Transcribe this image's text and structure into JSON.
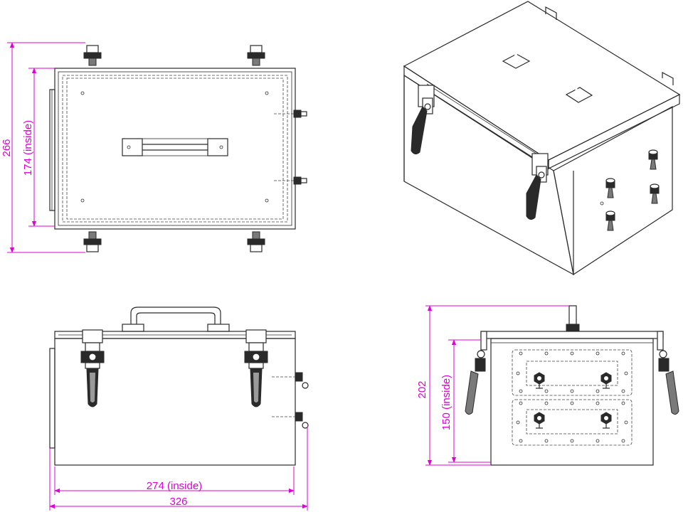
{
  "dimensions": {
    "top_height": "266",
    "top_inside": "174 (inside)",
    "front_height": "202",
    "front_inside": "150 (inside)",
    "bottom_inside_width": "274 (inside)",
    "bottom_width": "326"
  },
  "colors": {
    "dimension": "#e000d8",
    "line": "#2a2a2a"
  }
}
